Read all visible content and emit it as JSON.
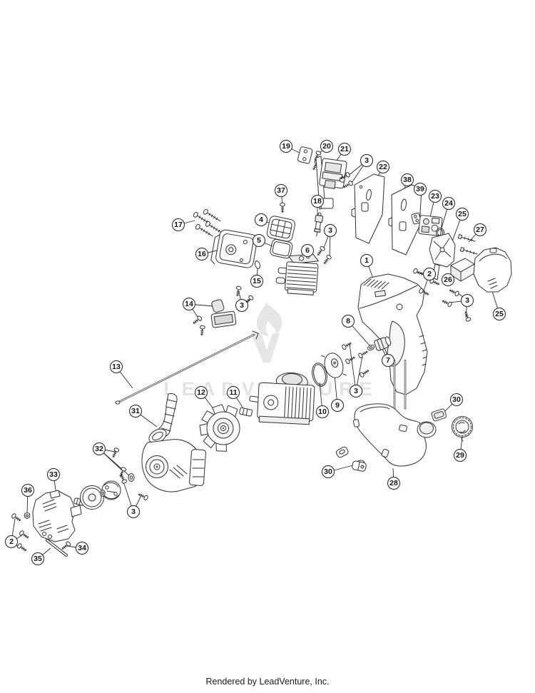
{
  "page": {
    "background_color": "#ffffff"
  },
  "watermark": {
    "text": "LEADVENTURE",
    "color": "#e3e3e3"
  },
  "footer": {
    "text": "Rendered by LeadVenture, Inc."
  },
  "diagram": {
    "type": "exploded-parts-diagram",
    "callouts": [
      {
        "label": "19"
      },
      {
        "label": "20"
      },
      {
        "label": "21"
      },
      {
        "label": "3"
      },
      {
        "label": "22"
      },
      {
        "label": "38"
      },
      {
        "label": "39"
      },
      {
        "label": "23"
      },
      {
        "label": "24"
      },
      {
        "label": "25"
      },
      {
        "label": "27"
      },
      {
        "label": "37"
      },
      {
        "label": "18"
      },
      {
        "label": "17"
      },
      {
        "label": "4"
      },
      {
        "label": "5"
      },
      {
        "label": "16"
      },
      {
        "label": "6"
      },
      {
        "label": "15"
      },
      {
        "label": "14"
      },
      {
        "label": "3"
      },
      {
        "label": "3"
      },
      {
        "label": "1"
      },
      {
        "label": "2"
      },
      {
        "label": "26"
      },
      {
        "label": "3"
      },
      {
        "label": "25"
      },
      {
        "label": "8"
      },
      {
        "label": "7"
      },
      {
        "label": "3"
      },
      {
        "label": "9"
      },
      {
        "label": "10"
      },
      {
        "label": "13"
      },
      {
        "label": "31"
      },
      {
        "label": "12"
      },
      {
        "label": "11"
      },
      {
        "label": "32"
      },
      {
        "label": "33"
      },
      {
        "label": "36"
      },
      {
        "label": "3"
      },
      {
        "label": "2"
      },
      {
        "label": "34"
      },
      {
        "label": "35"
      },
      {
        "label": "30"
      },
      {
        "label": "29"
      },
      {
        "label": "30"
      },
      {
        "label": "28"
      }
    ]
  }
}
